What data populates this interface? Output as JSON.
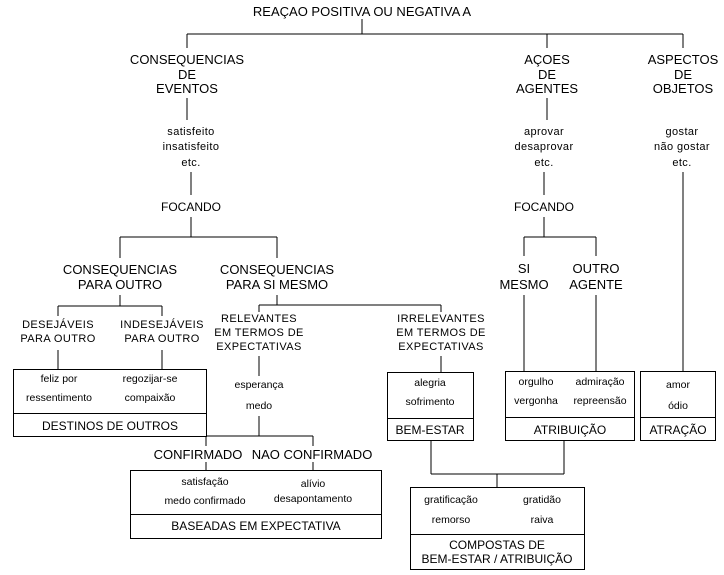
{
  "root": "REAÇAO POSITIVA OU NEGATIVA A",
  "branches": {
    "eventos": {
      "title": [
        "CONSEQUENCIAS",
        "DE",
        "EVENTOS"
      ],
      "reactions": [
        "satisfeito",
        "insatisfeito",
        "etc."
      ],
      "focus": "FOCANDO",
      "outro": {
        "title": [
          "CONSEQUENCIAS",
          "PARA OUTRO"
        ],
        "desejaveis": [
          "DESEJÁVEIS",
          "PARA OUTRO"
        ],
        "indesejaveis": [
          "INDESEJÁVEIS",
          "PARA OUTRO"
        ],
        "box": {
          "left": [
            "feliz por",
            "ressentimento"
          ],
          "right": [
            "regozijar-se",
            "compaixão"
          ],
          "label": "DESTINOS DE OUTROS"
        }
      },
      "mesmo": {
        "title": [
          "CONSEQUENCIAS",
          "PARA SI MESMO"
        ],
        "relevantes": [
          "RELEVANTES",
          "EM TERMOS DE",
          "EXPECTATIVAS"
        ],
        "relevantes_reactions": [
          "esperança",
          "medo"
        ],
        "confirmado": "CONFIRMADO",
        "nao_confirmado": "NAO CONFIRMADO",
        "expect_box": {
          "left": [
            "satisfação",
            "medo confirmado"
          ],
          "right": [
            "alívio",
            "desapontamento"
          ],
          "label": "BASEADAS EM EXPECTATIVA"
        },
        "irrelevantes": [
          "IRRELEVANTES",
          "EM TERMOS DE",
          "EXPECTATIVAS"
        ],
        "bemestar_box": {
          "items": [
            "alegria",
            "sofrimento"
          ],
          "label": "BEM-ESTAR"
        }
      }
    },
    "agentes": {
      "title": [
        "AÇOES",
        "DE",
        "AGENTES"
      ],
      "reactions": [
        "aprovar",
        "desaprovar",
        "etc."
      ],
      "focus": "FOCANDO",
      "si_mesmo": [
        "SI",
        "MESMO"
      ],
      "outro_agente": [
        "OUTRO",
        "AGENTE"
      ],
      "atribuicao_box": {
        "left": [
          "orgulho",
          "vergonha"
        ],
        "right": [
          "admiração",
          "repreensão"
        ],
        "label": "ATRIBUIÇÃO"
      }
    },
    "objetos": {
      "title": [
        "ASPECTOS",
        "DE",
        "OBJETOS"
      ],
      "reactions": [
        "gostar",
        "não gostar",
        "etc."
      ],
      "atracao_box": {
        "items": [
          "amor",
          "ódio"
        ],
        "label": "ATRAÇÃO"
      }
    }
  },
  "compound_box": {
    "left": [
      "gratificação",
      "remorso"
    ],
    "right": [
      "gratidão",
      "raiva"
    ],
    "label": [
      "COMPOSTAS DE",
      "BEM-ESTAR / ATRIBUIÇÃO"
    ]
  }
}
